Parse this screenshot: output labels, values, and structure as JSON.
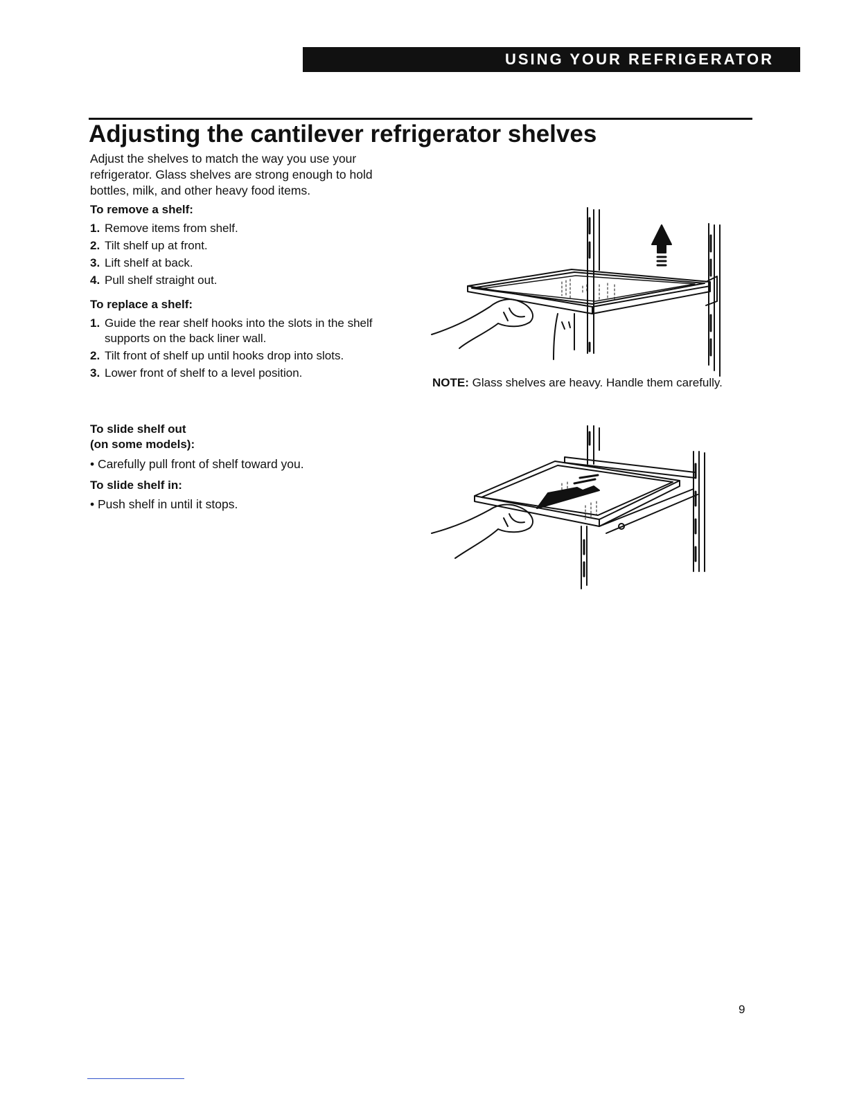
{
  "header": {
    "section": "USING YOUR REFRIGERATOR"
  },
  "title": "Adjusting the cantilever refrigerator shelves",
  "intro": "Adjust the shelves to match the way you use your refrigerator. Glass shelves are strong enough to hold bottles, milk, and other heavy food items.",
  "remove": {
    "heading": "To remove a shelf:",
    "steps": [
      {
        "num": "1.",
        "text": "Remove items from shelf."
      },
      {
        "num": "2.",
        "text": "Tilt shelf up at front."
      },
      {
        "num": "3.",
        "text": "Lift shelf at back."
      },
      {
        "num": "4.",
        "text": "Pull shelf straight out."
      }
    ]
  },
  "replace": {
    "heading": "To replace a shelf:",
    "steps": [
      {
        "num": "1.",
        "text": "Guide the rear shelf hooks into the slots in the shelf supports on the back liner wall."
      },
      {
        "num": "2.",
        "text": "Tilt front of shelf up until hooks drop into slots."
      },
      {
        "num": "3.",
        "text": "Lower front of shelf to a level position."
      }
    ]
  },
  "note": {
    "label": "NOTE:",
    "text": "Glass shelves are heavy. Handle them carefully."
  },
  "slide_out": {
    "heading_line1": "To slide shelf out",
    "heading_line2": "(on some models):",
    "bullet": "• Carefully pull front of shelf toward you."
  },
  "slide_in": {
    "heading": "To slide shelf in:",
    "bullet": "• Push shelf in until it stops."
  },
  "illustrations": {
    "remove": {
      "icon": "shelf-lift-illustration",
      "arrow": "up"
    },
    "slide": {
      "icon": "shelf-slide-illustration",
      "arrow": "forward"
    }
  },
  "footer": {
    "page_number": "9"
  }
}
